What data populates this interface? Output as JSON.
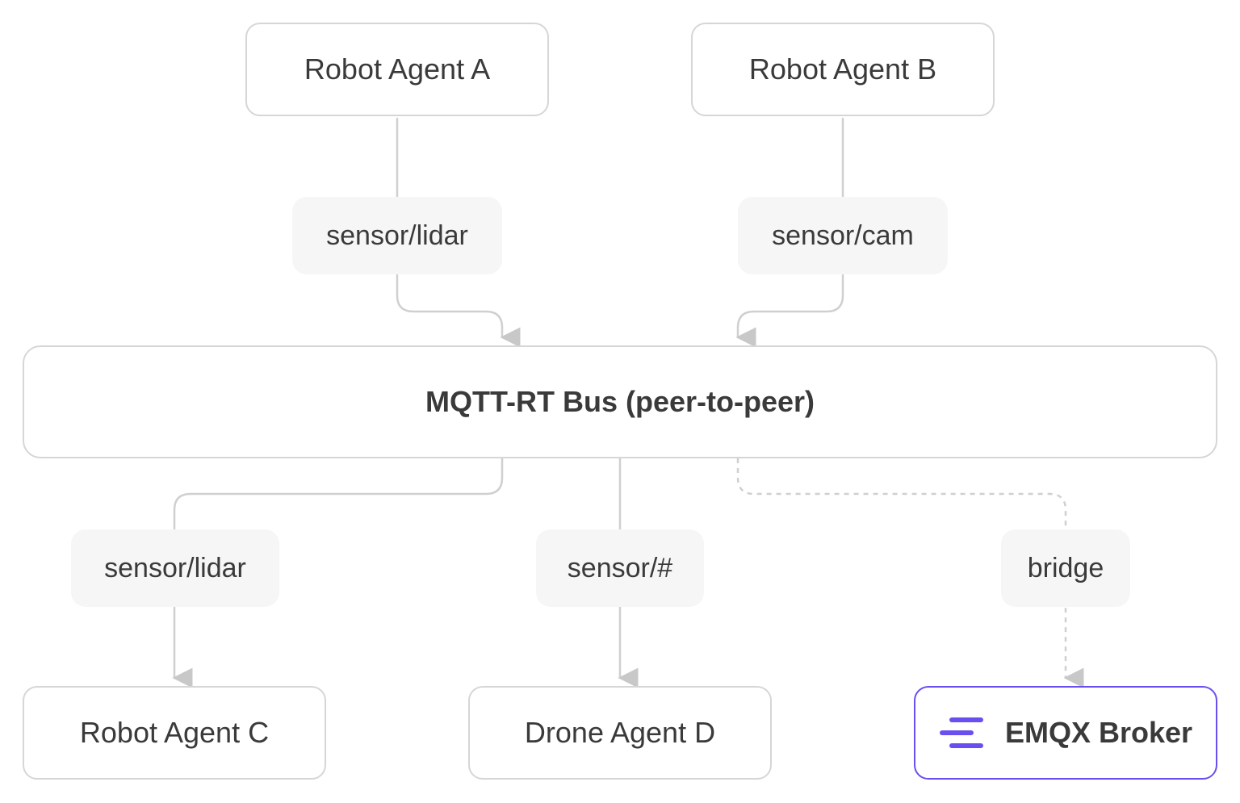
{
  "nodes": {
    "agent_a": "Robot Agent A",
    "agent_b": "Robot Agent B",
    "bus": "MQTT-RT Bus (peer-to-peer)",
    "agent_c": "Robot Agent C",
    "agent_d": "Drone Agent D",
    "broker": "EMQX Broker"
  },
  "edges": {
    "a_topic": "sensor/lidar",
    "b_topic": "sensor/cam",
    "c_topic": "sensor/lidar",
    "d_topic": "sensor/#",
    "broker_link": "bridge"
  },
  "colors": {
    "node_border": "#d6d6d6",
    "broker_accent": "#6a4ff0",
    "connector": "#d0d0d0",
    "label_bg": "#f6f6f6"
  },
  "icons": {
    "broker": "emqx-logo-icon"
  }
}
